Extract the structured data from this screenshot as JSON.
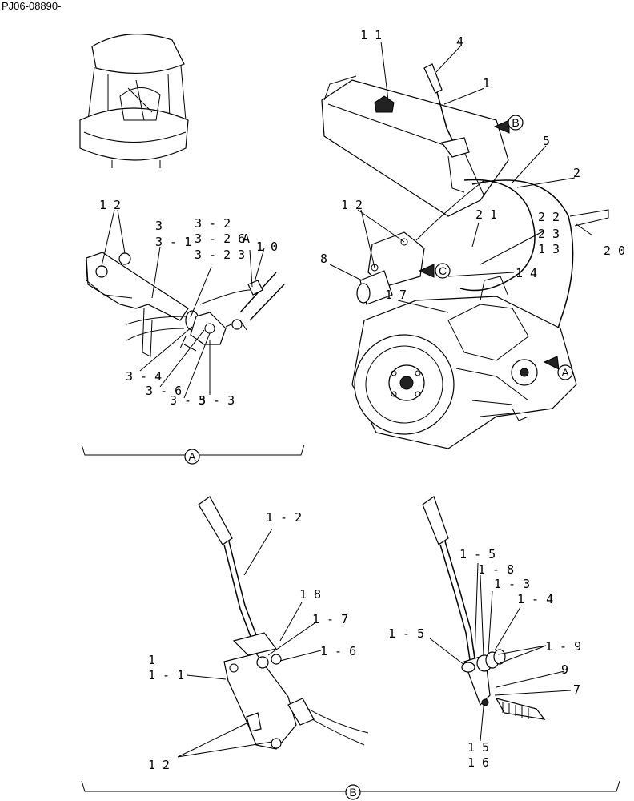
{
  "document_id": "PJ06-08890-",
  "views": [
    "A",
    "B",
    "C"
  ],
  "callouts": {
    "main": [
      "1 1",
      "4",
      "1",
      "5",
      "2",
      "1 2",
      "2 1",
      "2 2",
      "2 3",
      "1 3",
      "2 0",
      "8",
      "1 4",
      "1 7"
    ],
    "detail_a": [
      "1 2",
      "3",
      "3 - 1",
      "3 - 2",
      "3 - 2 6",
      "A",
      "3 - 2 3",
      "1 0",
      "3 - 4",
      "3 - 6",
      "3 - 5",
      "3 - 3"
    ],
    "detail_b_left": [
      "1 - 2",
      "1 8",
      "1 - 7",
      "1 - 6",
      "1",
      "1 - 1",
      "1 2"
    ],
    "detail_b_right": [
      "1 - 5",
      "1 - 8",
      "1 - 3",
      "1 - 4",
      "1 - 5",
      "1 - 9",
      "9",
      "7",
      "1 5",
      "1 6"
    ]
  }
}
